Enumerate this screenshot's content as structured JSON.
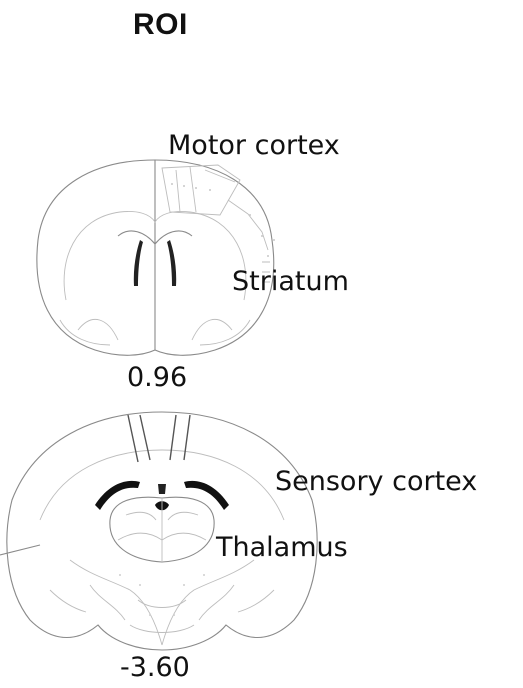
{
  "title": "ROI",
  "sections": [
    {
      "bregma": "0.96",
      "labels": {
        "upper": "Motor cortex",
        "lower": "Striatum"
      }
    },
    {
      "bregma": "-3.60",
      "labels": {
        "upper": "Sensory cortex",
        "lower": "Thalamus"
      }
    }
  ]
}
